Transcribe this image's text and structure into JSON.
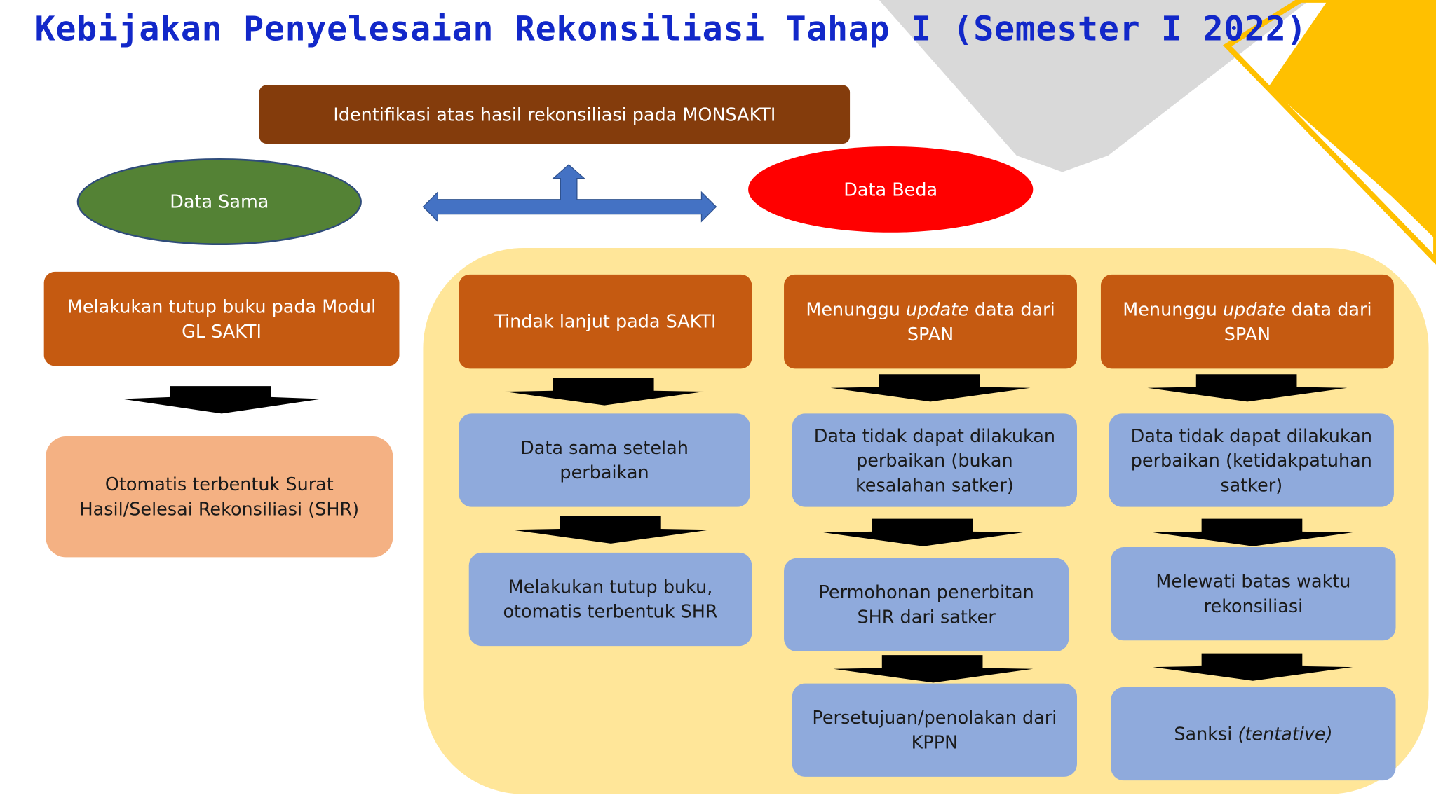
{
  "title": "Kebijakan Penyelesaian Rekonsiliasi Tahap I (Semester I 2022)",
  "top_box": "Identifikasi atas hasil rekonsiliasi pada MONSAKTI",
  "data_sama": "Data Sama",
  "data_beda": "Data Beda",
  "left_column": {
    "step1": "Melakukan tutup buku pada Modul GL SAKTI",
    "step2": "Otomatis terbentuk Surat Hasil/Selesai Rekonsiliasi (SHR)"
  },
  "column1": {
    "header": "Tindak lanjut pada SAKTI",
    "step1": "Data sama setelah perbaikan",
    "step2": "Melakukan tutup buku, otomatis terbentuk SHR"
  },
  "column2": {
    "header_pre": "Menunggu ",
    "header_em": "update",
    "header_post": " data dari SPAN",
    "step1": "Data tidak dapat dilakukan perbaikan (bukan kesalahan satker)",
    "step2": "Permohonan penerbitan SHR dari satker",
    "step3": "Persetujuan/penolakan dari KPPN"
  },
  "column3": {
    "header_pre": "Menunggu ",
    "header_em": "update",
    "header_post": " data dari SPAN",
    "step1": "Data tidak dapat dilakukan perbaikan (ketidakpatuhan satker)",
    "step2": "Melewati batas waktu rekonsiliasi",
    "step3_pre": "Sanksi ",
    "step3_em": "(tentative)"
  },
  "colors": {
    "title": "#1228c9",
    "orange": "#c55a11",
    "brown": "#843c0c",
    "blue": "#8faadc",
    "peach": "#f4b183",
    "green": "#548235",
    "red": "#ff0000",
    "panel": "#ffe699",
    "double_arrow": "#4472c4",
    "yellow_accent": "#ffc000",
    "gray_accent": "#d9d9d9"
  }
}
